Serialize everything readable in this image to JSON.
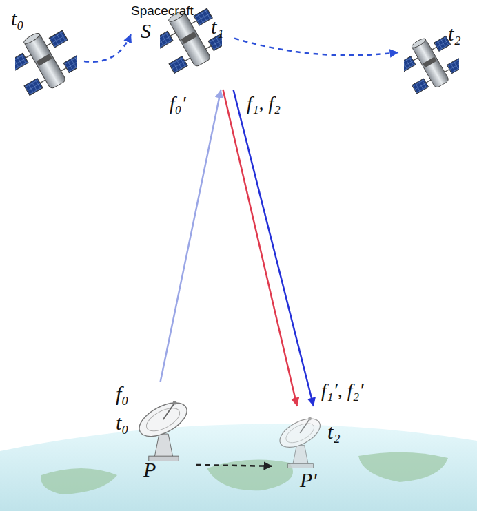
{
  "diagram": {
    "nodes": [
      {
        "text": [
          "t₀"
        ]
      },
      {
        "text": [
          "Spacecraft",
          "S",
          "t₁"
        ]
      },
      {
        "text": [
          "t₂"
        ]
      },
      {
        "text": [
          "f₀",
          "t₀",
          "P"
        ]
      },
      {
        "text": [
          "t₂",
          "P′"
        ]
      }
    ],
    "edges": [
      {
        "from": 0,
        "to": 1,
        "arrow": "to"
      },
      {
        "from": 1,
        "to": 2,
        "arrow": "to"
      },
      {
        "from": 3,
        "to": 1,
        "arrow": "to"
      },
      {
        "from": 1,
        "to": 4,
        "arrow": "to"
      },
      {
        "from": 1,
        "to": 4,
        "arrow": "to"
      },
      {
        "from": 3,
        "to": 4,
        "arrow": "to"
      }
    ],
    "labels": [
      "f₀′",
      "f₁, f₂",
      "f₁′, f₂′"
    ]
  }
}
